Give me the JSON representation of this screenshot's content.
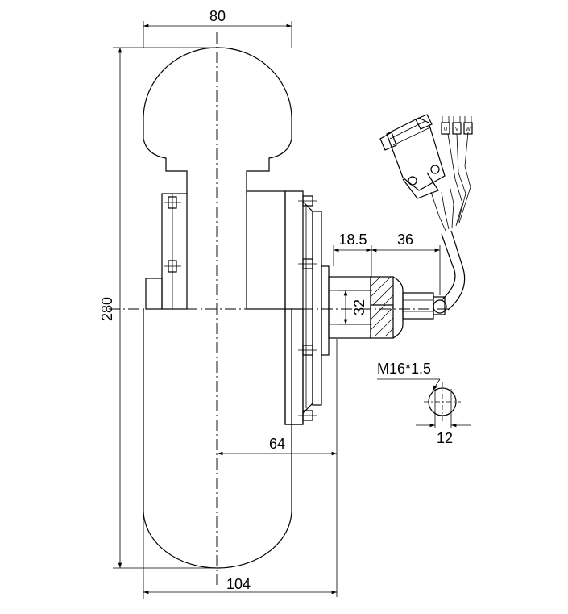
{
  "dimensions": {
    "wheel_width": "80",
    "total_height": "280",
    "flange_offset": "18.5",
    "shaft_length": "36",
    "shaft_diameter": "32",
    "thread_spec": "M16*1.5",
    "flat_width": "12",
    "axle_offset": "64",
    "overall_width": "104"
  },
  "connector_pins": [
    "U",
    "V",
    "W"
  ]
}
